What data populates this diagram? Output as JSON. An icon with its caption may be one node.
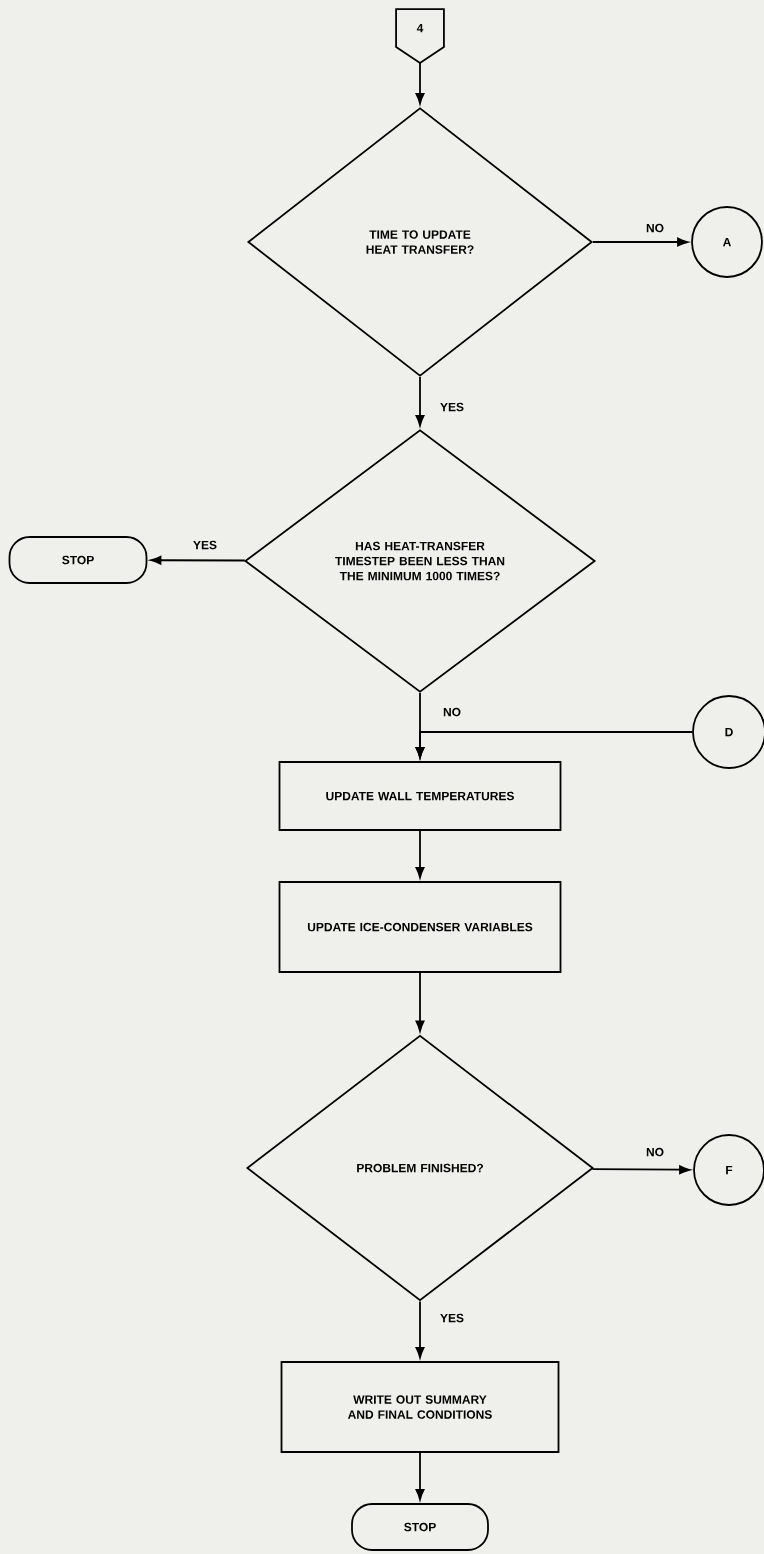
{
  "diagram": {
    "nodes": [
      {
        "text": [
          "4"
        ]
      },
      {
        "text": [
          "TIME TO UPDATE HEAT TRANSFER?"
        ]
      },
      {
        "text": [
          "A"
        ]
      },
      {
        "text": [
          "HAS HEAT-TRANSFER TIMESTEP BEEN LESS THAN THE MINIMUM 1000 TIMES?"
        ]
      },
      {
        "text": [
          "STOP"
        ]
      },
      {
        "text": [
          "D"
        ]
      },
      {
        "text": [
          "UPDATE WALL TEMPERATURES"
        ]
      },
      {
        "text": [
          "UPDATE ICE-CONDENSER VARIABLES"
        ]
      },
      {
        "text": [
          "PROBLEM FINISHED?"
        ]
      },
      {
        "text": [
          "F"
        ]
      },
      {
        "text": [
          "WRITE OUT SUMMARY AND FINAL CONDITIONS"
        ]
      },
      {
        "text": [
          "STOP"
        ]
      }
    ],
    "edges": [
      {
        "from": 0,
        "to": 1,
        "arrow": "to"
      },
      {
        "from": 1,
        "to": 2,
        "arrow": "to",
        "label": "NO"
      },
      {
        "from": 1,
        "to": 3,
        "arrow": "to",
        "label": "YES"
      },
      {
        "from": 3,
        "to": 4,
        "arrow": "to",
        "label": "YES"
      },
      {
        "from": 3,
        "to": 6,
        "arrow": "to",
        "label": "NO"
      },
      {
        "from": 5,
        "to": 6,
        "arrow": "to"
      },
      {
        "from": 6,
        "to": 7,
        "arrow": "to"
      },
      {
        "from": 7,
        "to": 8,
        "arrow": "to"
      },
      {
        "from": 8,
        "to": 9,
        "arrow": "to",
        "label": "NO"
      },
      {
        "from": 8,
        "to": 10,
        "arrow": "to",
        "label": "YES"
      },
      {
        "from": 10,
        "to": 11,
        "arrow": "to"
      }
    ]
  }
}
